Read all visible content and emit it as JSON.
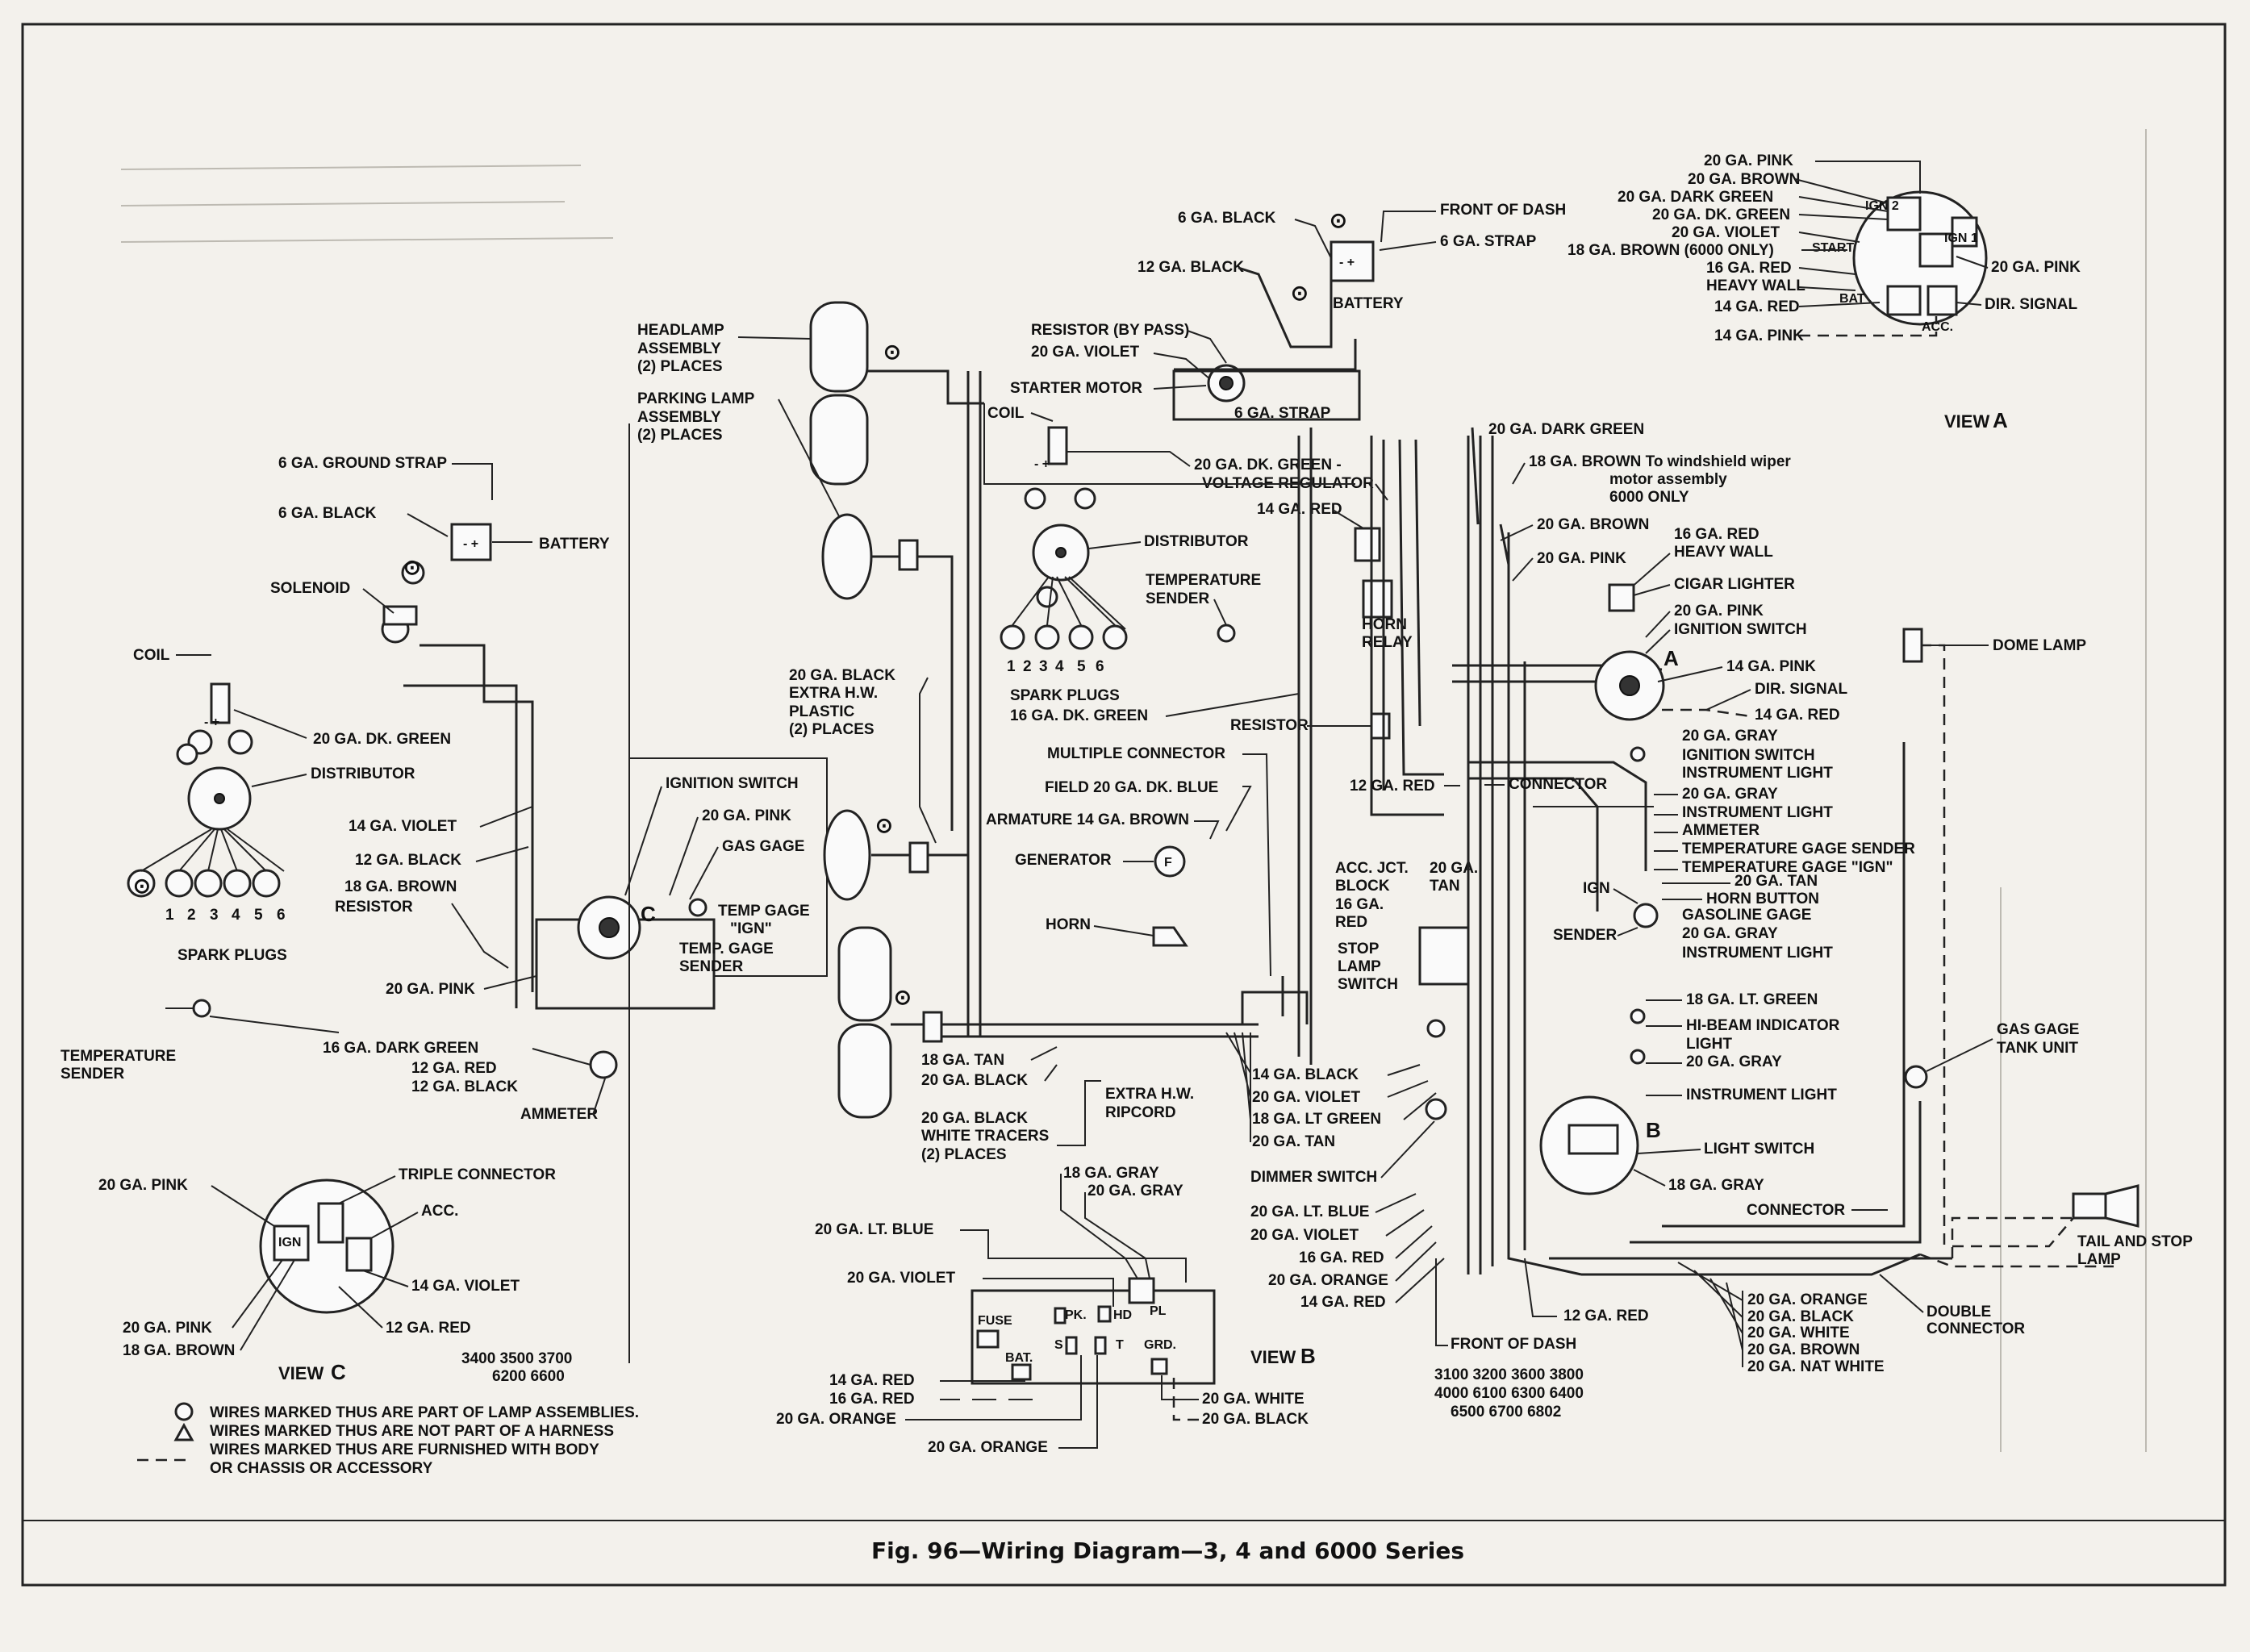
{
  "caption": "Fig. 96—Wiring Diagram—3, 4 and 6000 Series",
  "left_engine": {
    "ground_strap": "6 GA. GROUND STRAP",
    "black_6ga": "6 GA. BLACK",
    "battery": "BATTERY",
    "solenoid": "SOLENOID",
    "coil": "COIL",
    "dk_green_20": "20 GA. DK. GREEN",
    "distributor": "DISTRIBUTOR",
    "violet_14": "14 GA. VIOLET",
    "black_12": "12 GA. BLACK",
    "brown_18": "18 GA. BROWN",
    "resistor": "RESISTOR",
    "spark_plugs": "SPARK PLUGS",
    "plug_nums": [
      "1",
      "2",
      "3",
      "4",
      "5",
      "6"
    ],
    "ignition_switch": "IGNITION SWITCH",
    "pink_20": "20 GA. PINK",
    "gas_gage": "GAS GAGE",
    "temp_gage_1": "TEMP GAGE",
    "temp_gage_2": "\"IGN\"",
    "temp_sender_1": "TEMP. GAGE",
    "temp_sender_2": "SENDER",
    "pink_20_b": "20 GA. PINK",
    "temperature_1": "TEMPERATURE",
    "temperature_2": "SENDER",
    "dark_green_16": "16 GA. DARK GREEN",
    "red_12": "12 GA. RED",
    "black_12_b": "12 GA. BLACK",
    "ammeter": "AMMETER",
    "view_c_marker": "C"
  },
  "view_c": {
    "pink_20": "20 GA. PINK",
    "triple_connector": "TRIPLE CONNECTOR",
    "acc": "ACC.",
    "violet_14": "14 GA. VIOLET",
    "pink_20_b": "20 GA. PINK",
    "brown_18": "18 GA. BROWN",
    "red_12": "12 GA. RED",
    "view": "VIEW",
    "letter": "C",
    "ign": "IGN",
    "series_1": "3400  3500  3700",
    "series_2": "6200  6600"
  },
  "legend": {
    "line1": "WIRES MARKED THUS ARE PART OF LAMP ASSEMBLIES.",
    "line2": "WIRES MARKED THUS ARE NOT PART OF A HARNESS",
    "line3": "WIRES MARKED THUS ARE FURNISHED WITH BODY",
    "line4": "OR CHASSIS OR ACCESSORY"
  },
  "center": {
    "headlamp_1": "HEADLAMP",
    "headlamp_2": "ASSEMBLY",
    "headlamp_3": "(2) PLACES",
    "parking_1": "PARKING LAMP",
    "parking_2": "ASSEMBLY",
    "parking_3": "(2) PLACES",
    "black_20_1": "20 GA. BLACK",
    "black_20_2": "EXTRA H.W.",
    "black_20_3": "PLASTIC",
    "black_20_4": "(2) PLACES",
    "tan_18": "18 GA. TAN",
    "black_20": "20 GA. BLACK",
    "tracers_1": "20 GA. BLACK",
    "tracers_2": "WHITE TRACERS",
    "tracers_3": "(2) PLACES",
    "ripcord_1": "EXTRA H.W.",
    "ripcord_2": "RIPCORD",
    "gray_18": "18 GA. GRAY",
    "gray_20": "20 GA. GRAY",
    "lt_blue_20": "20 GA. LT. BLUE",
    "violet_20": "20 GA. VIOLET",
    "red_14": "14 GA. RED",
    "red_16": "16 GA. RED",
    "orange_20": "20 GA. ORANGE",
    "orange_20_b": "20 GA. ORANGE",
    "white_20": "20 GA. WHITE",
    "black_20_vb": "20 GA. BLACK",
    "fuse": "FUSE",
    "bat": "BAT.",
    "pk": "PK.",
    "hd": "HD",
    "pl": "PL",
    "s": "S",
    "t": "T",
    "grd": "GRD.",
    "view": "VIEW",
    "view_letter": "B"
  },
  "mid_engine": {
    "black_6": "6 GA. BLACK",
    "front_dash": "FRONT OF DASH",
    "strap_6": "6 GA. STRAP",
    "black_12": "12 GA. BLACK",
    "battery": "BATTERY",
    "resistor_bypass": "RESISTOR (BY PASS)",
    "violet_20": "20 GA. VIOLET",
    "starter": "STARTER MOTOR",
    "strap_6_b": "6 GA. STRAP",
    "coil": "COIL",
    "dk_green_vr": "20 GA. DK. GREEN -",
    "voltage_regulator": "VOLTAGE REGULATOR",
    "red_14": "14 GA. RED",
    "distributor": "DISTRIBUTOR",
    "temp_sender_1": "TEMPERATURE",
    "temp_sender_2": "SENDER",
    "horn_relay_1": "HORN",
    "horn_relay_2": "RELAY",
    "spark_plugs": "SPARK PLUGS",
    "plug_nums": [
      "1",
      "2",
      "3",
      "4",
      "5",
      "6"
    ],
    "dk_green_16": "16 GA. DK. GREEN",
    "resistor": "RESISTOR",
    "multiple_connector": "MULTIPLE CONNECTOR",
    "field": "FIELD 20 GA. DK. BLUE",
    "armature": "ARMATURE 14 GA. BROWN",
    "generator": "GENERATOR",
    "horn": "HORN",
    "red_12": "12 GA. RED",
    "acc_jct_1": "ACC. JCT.",
    "acc_jct_2": "BLOCK",
    "acc_jct_3": "16 GA.",
    "acc_jct_4": "RED",
    "tan_20_1": "20 GA.",
    "tan_20_2": "TAN",
    "stop_1": "STOP",
    "stop_2": "LAMP",
    "stop_3": "SWITCH",
    "black_14": "14 GA. BLACK",
    "violet_20_b": "20 GA. VIOLET",
    "lt_green_18": "18 GA. LT GREEN",
    "tan_20": "20 GA. TAN",
    "dimmer": "DIMMER SWITCH",
    "lt_blue_20": "20 GA. LT. BLUE",
    "violet_20_c": "20 GA. VIOLET",
    "red_16": "16 GA. RED",
    "orange_20": "20 GA. ORANGE",
    "red_14_b": "14 GA. RED",
    "front_dash_b": "FRONT OF DASH",
    "series_1": "3100  3200  3600  3800",
    "series_2": "4000  6100  6300  6400",
    "series_3": "6500  6700  6802"
  },
  "right": {
    "dark_green_20": "20 GA. DARK GREEN",
    "brown_18": "18 GA. BROWN  To windshield wiper",
    "brown_18_2": "motor assembly",
    "brown_18_3": "6000 ONLY",
    "brown_20": "20 GA. BROWN",
    "pink_20": "20 GA. PINK",
    "red_16_hw_1": "16 GA. RED",
    "red_16_hw_2": "HEAVY WALL",
    "cigar": "CIGAR LIGHTER",
    "pink_20_b": "20 GA. PINK",
    "ign_switch": "IGNITION SWITCH",
    "marker_a": "A",
    "pink_14": "14 GA. PINK",
    "dir_signal": "DIR. SIGNAL",
    "red_14": "14 GA. RED",
    "gray_20": "20 GA. GRAY",
    "ign_sw_2": "IGNITION SWITCH",
    "instr_light": "INSTRUMENT LIGHT",
    "gray_20_b": "20 GA. GRAY",
    "instr_light_b": "INSTRUMENT LIGHT",
    "ammeter": "AMMETER",
    "temp_gage_sender": "TEMPERATURE GAGE SENDER",
    "temp_gage_ign": "TEMPERATURE GAGE \"IGN\"",
    "tan_20": "20 GA. TAN",
    "horn_button": "HORN BUTTON",
    "connector": "CONNECTOR",
    "ign": "IGN",
    "sender": "SENDER",
    "gasoline_gage": "GASOLINE GAGE",
    "gray_20_c": "20 GA. GRAY",
    "instr_light_c": "INSTRUMENT LIGHT",
    "lt_green_18": "18 GA. LT. GREEN",
    "hi_beam_1": "HI-BEAM INDICATOR",
    "hi_beam_2": "LIGHT",
    "gray_20_d": "20 GA. GRAY",
    "instr_light_d": "INSTRUMENT LIGHT",
    "marker_b": "B",
    "light_switch": "LIGHT SWITCH",
    "gray_18": "18 GA. GRAY",
    "connector_b": "CONNECTOR",
    "red_12": "12 GA. RED",
    "orange_20": "20 GA. ORANGE",
    "black_20": "20 GA. BLACK",
    "white_20": "20 GA. WHITE",
    "brown_20_b": "20 GA. BROWN",
    "nat_white": "20 GA. NAT WHITE",
    "double_1": "DOUBLE",
    "double_2": "CONNECTOR",
    "dome": "DOME LAMP",
    "gas_tank_1": "GAS GAGE",
    "gas_tank_2": "TANK UNIT",
    "tail_1": "TAIL AND STOP",
    "tail_2": "LAMP"
  },
  "view_a": {
    "pink_20": "20 GA. PINK",
    "brown_20": "20 GA. BROWN",
    "dark_green_20": "20 GA. DARK GREEN",
    "dk_green_20": "20 GA. DK. GREEN",
    "violet_20": "20 GA. VIOLET",
    "brown_18": "18 GA. BROWN (6000 ONLY)",
    "red_16": "16 GA. RED",
    "heavy_wall": "HEAVY WALL",
    "red_14": "14 GA. RED",
    "pink_14": "14 GA. PINK",
    "ign2": "IGN 2",
    "ign1": "IGN 1",
    "start": "START",
    "bat": "BAT",
    "acc": "ACC.",
    "pink_20_r": "20 GA. PINK",
    "dir_signal": "DIR. SIGNAL",
    "view": "VIEW",
    "letter": "A"
  }
}
